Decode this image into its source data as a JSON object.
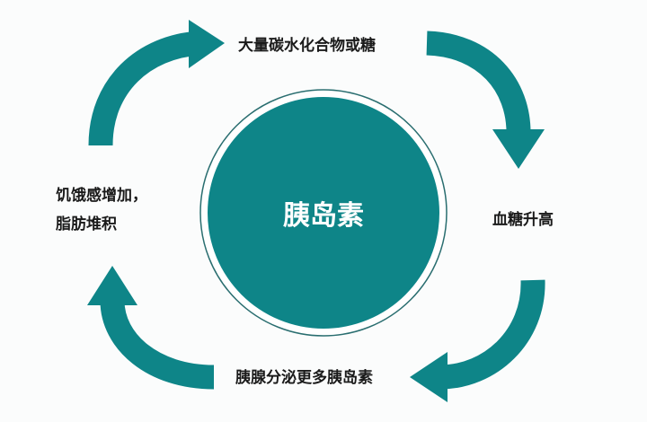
{
  "center": {
    "label": "胰岛素"
  },
  "steps": {
    "top": "大量碳水化合物或糖",
    "right": "血糖升高",
    "bottom": "胰腺分泌更多胰岛素",
    "left_line1": "饥饿感增加，",
    "left_line2": "脂肪堆积"
  },
  "colors": {
    "accent": "#0e8588",
    "ring": "#2a6e70"
  }
}
